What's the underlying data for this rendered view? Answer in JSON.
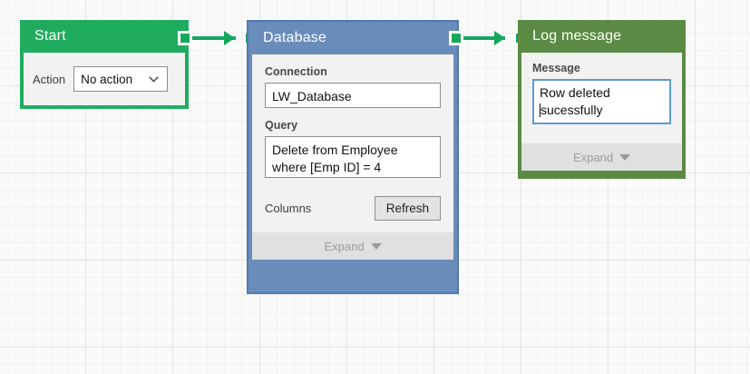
{
  "canvas": {
    "background_color": "#fafafa",
    "grid_minor_color": "#f0f0f0",
    "grid_major_color": "#e4e4e4"
  },
  "nodes": [
    {
      "id": "start",
      "title": "Start",
      "header_color": "#1fac5f",
      "field_label": "Action",
      "select_value": "No action",
      "chevron_icon": "chevron-down-icon"
    },
    {
      "id": "database",
      "title": "Database",
      "header_color": "#6a8cba",
      "border_color": "#4e7ab0",
      "connection_label": "Connection",
      "connection_value": "LW_Database",
      "query_label": "Query",
      "query_value": "Delete from Employee where [Emp ID] = 4",
      "columns_label": "Columns",
      "refresh_label": "Refresh",
      "expand_label": "Expand",
      "expand_icon": "caret-down-icon"
    },
    {
      "id": "log",
      "title": "Log message",
      "header_color": "#5a8a43",
      "message_label": "Message",
      "message_value_line1": "Row deleted",
      "message_value_line2": "sucessfully",
      "message_focused": true,
      "expand_label": "Expand",
      "expand_icon": "caret-down-icon"
    }
  ],
  "connectors": [
    {
      "id": "start-to-database",
      "from": "start",
      "to": "database",
      "color": "#14a85c"
    },
    {
      "id": "database-to-log",
      "from": "database",
      "to": "log",
      "color": "#14a85c"
    }
  ]
}
